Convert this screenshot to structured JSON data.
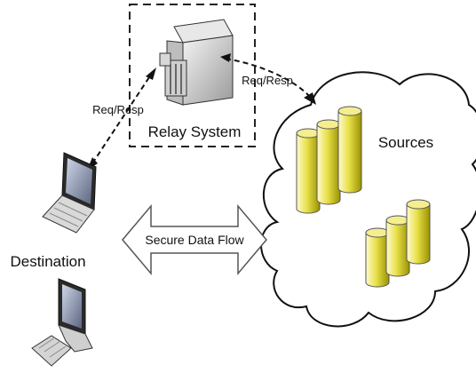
{
  "labels": {
    "relay_system": "Relay System",
    "sources": "Sources",
    "destination": "Destination",
    "req_resp_left": "Req/Resp",
    "req_resp_right": "Req/Resp",
    "secure_data_flow": "Secure Data Flow"
  },
  "colors": {
    "cylinder_fill": "#e8e048",
    "cylinder_dark": "#9a9200",
    "outline": "#111111",
    "cloud_fill": "#ffffff",
    "arrow_fill": "#ffffff"
  },
  "icons": {
    "relay_system": "server-icon",
    "destination_laptop": "laptop-icon",
    "destination_desktop": "desktop-computer-icon",
    "sources": "database-cylinder-icon"
  }
}
